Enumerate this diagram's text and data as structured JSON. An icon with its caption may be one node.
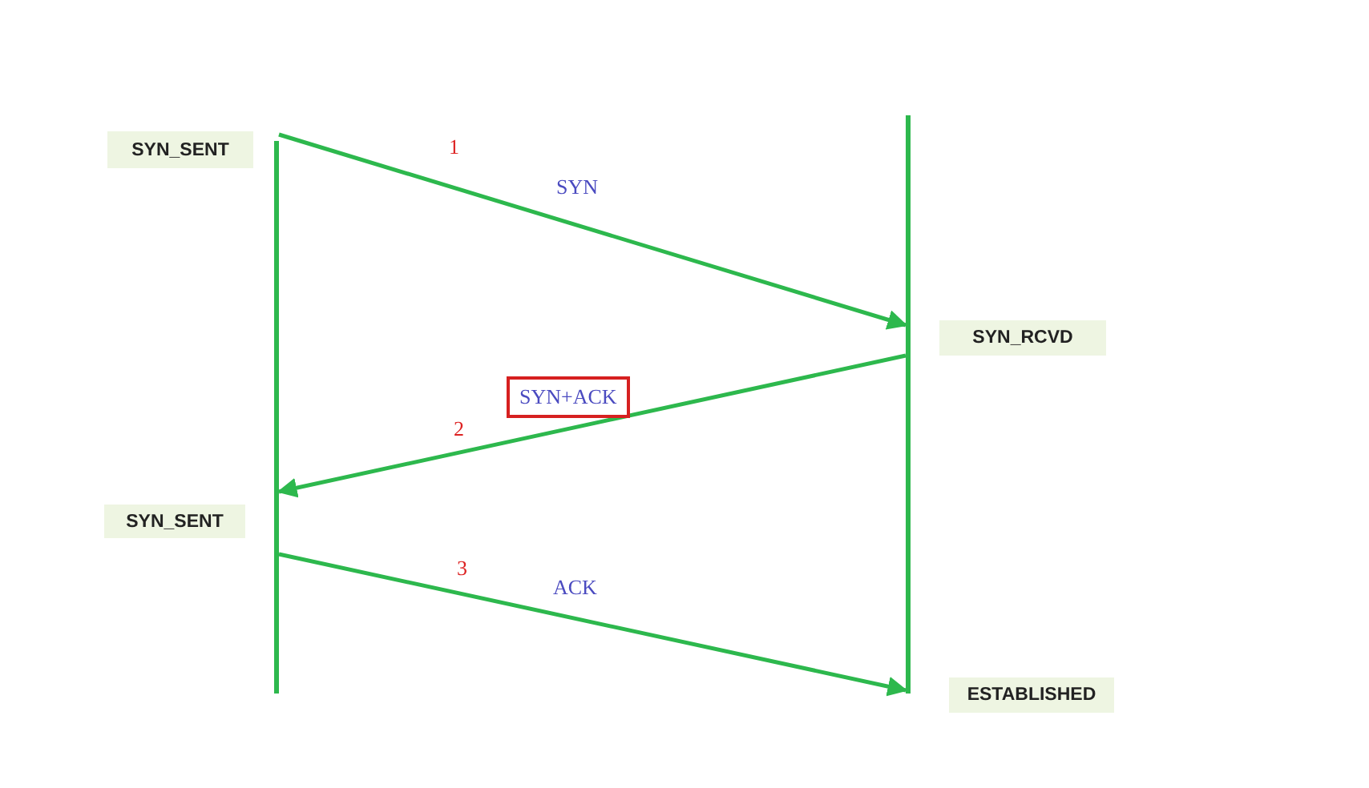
{
  "diagram": {
    "nodes": [
      {
        "text": [
          "SYN_SENT"
        ]
      },
      {
        "text": [],
        "shape": "bar"
      },
      {
        "text": [],
        "shape": "bar"
      },
      {
        "text": [
          "SYN_RCVD"
        ]
      },
      {
        "text": [
          "SYN_SENT"
        ]
      },
      {
        "text": [
          "ESTABLISHED"
        ]
      }
    ],
    "edges": [
      {
        "from": 1,
        "to": 2,
        "arrow": "to",
        "label": "SYN"
      },
      {
        "from": 2,
        "to": 1,
        "arrow": "to",
        "label": "SYN+ACK"
      },
      {
        "from": 1,
        "to": 2,
        "arrow": "to",
        "label": "ACK"
      }
    ],
    "labels": [
      "1",
      "2",
      "3"
    ]
  }
}
